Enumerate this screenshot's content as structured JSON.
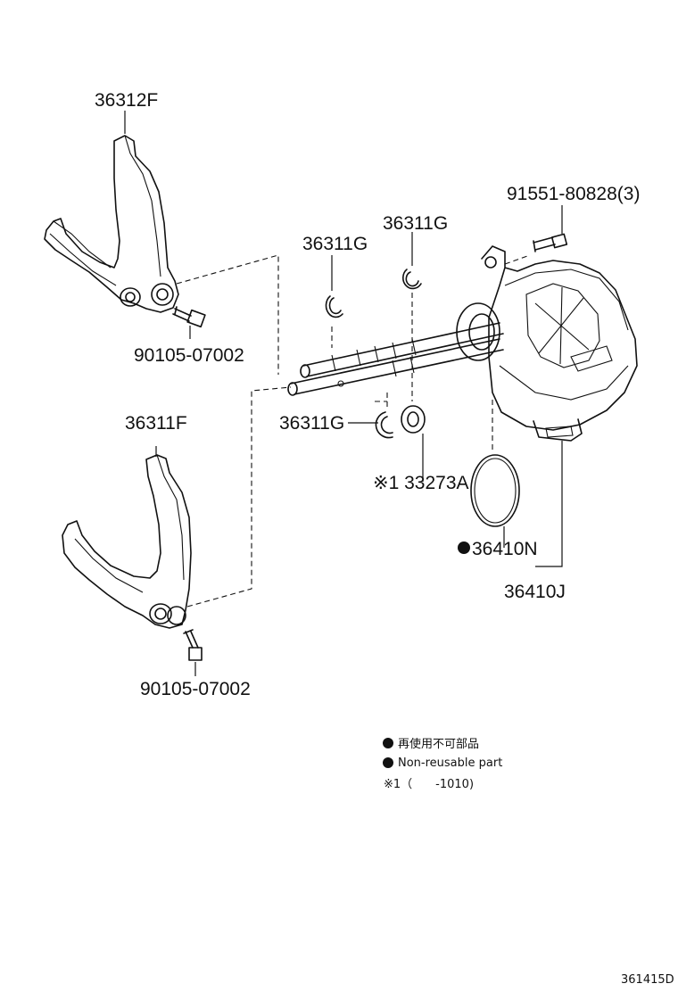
{
  "parts": {
    "shift_fork_upper": "36312F",
    "shift_fork_lower": "36311F",
    "snap_ring_left": "36311G",
    "snap_ring_right": "36311G",
    "snap_ring_bottom": "36311G",
    "bolt_upper": "90105-07002",
    "bolt_lower": "90105-07002",
    "screw_actuator": "91551-80828(3)",
    "washer": "※1 33273A",
    "o_ring": "36410N",
    "actuator_assy": "36410J"
  },
  "legend": {
    "non_reusable_jp": "再使用不可部品",
    "non_reusable_en": "Non-reusable part",
    "note1": "※1（　　-1010)"
  },
  "diagram_id": "361415D"
}
